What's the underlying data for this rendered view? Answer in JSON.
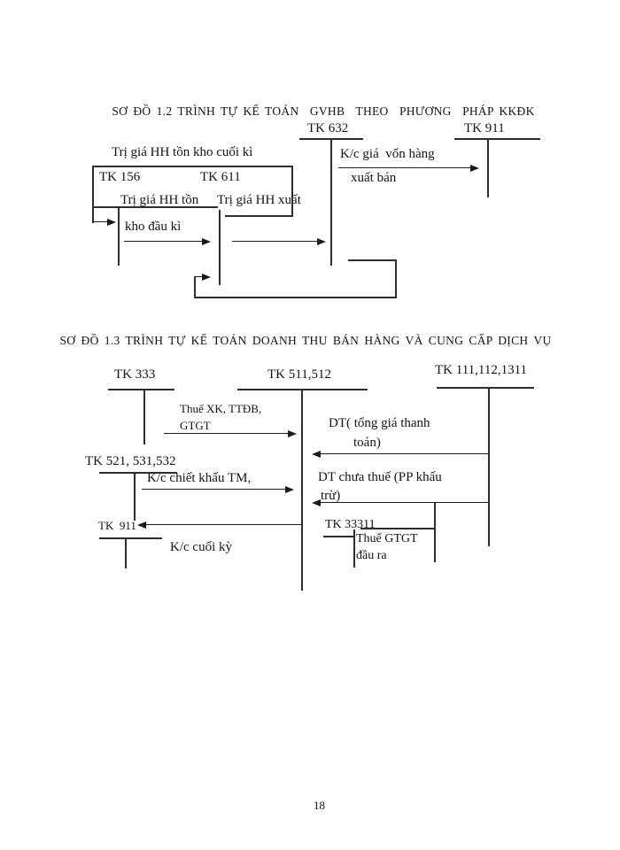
{
  "page": {
    "number": "18"
  },
  "diagram1": {
    "title": "SƠ ĐỒ 1.2 TRÌNH TỰ KẾ TOÁN  GVHB  THEO  PHƯƠNG  PHÁP KKĐK",
    "accounts": {
      "tk632": "TK 632",
      "tk911": "TK 911",
      "tk156": "TK 156",
      "tk611": "TK 611"
    },
    "labels": {
      "ton_kho_cuoi_ki": "Trị giá HH tồn kho cuối kì",
      "kc_gia_von_line1": "K/c giá  vốn hàng",
      "kc_gia_von_line2": "xuất bán",
      "tri_gia_ton": "Trị giá HH tồn",
      "tri_gia_xuat": "Trị giá HH xuất",
      "kho_dau_ki": "kho đầu kì"
    }
  },
  "diagram2": {
    "title": "SƠ ĐỒ 1.3 TRÌNH TỰ KẾ TOÁN DOANH THU BÁN HÀNG VÀ CUNG CẤP DỊCH VỤ",
    "accounts": {
      "tk333": "TK 333",
      "tk511_512": "TK 511,512",
      "tk111_112_1311": "TK 111,112,1311",
      "tk521_531_532": "TK 521, 531,532",
      "tk911": "TK  911",
      "tk33311": "TK 33311"
    },
    "labels": {
      "thue_xk_line1": "Thuế XK, TTĐB,",
      "thue_xk_line2": "GTGT",
      "dt_tong_line1": "DT( tổng giá thanh",
      "dt_tong_line2": "toán)",
      "kc_chiet_khau": "K/c chiết khấu TM,",
      "dt_chua_thue_line1": "DT chưa thuế (PP khấu",
      "dt_chua_thue_line2": "trừ)",
      "kc_cuoi_ky": "K/c cuối kỳ",
      "thue_gtgt_line1": "Thuế GTGT",
      "thue_gtgt_line2": "đầu ra"
    }
  }
}
